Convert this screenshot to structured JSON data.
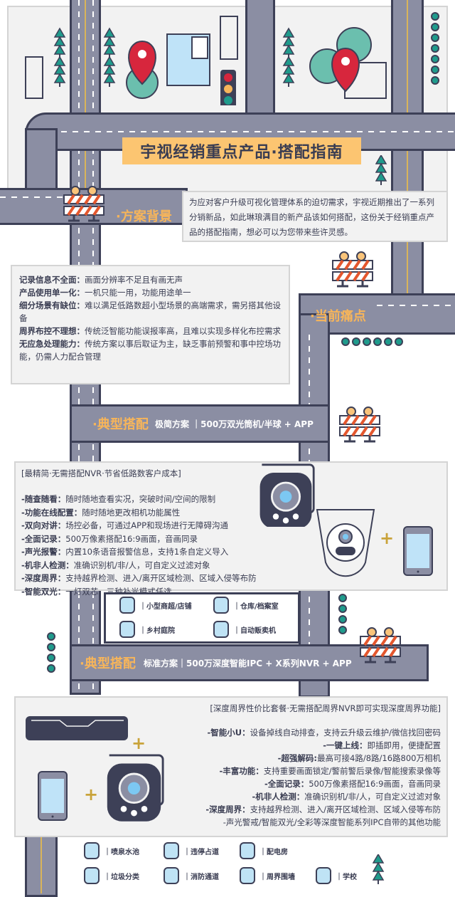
{
  "title": "宇视经销重点产品·搭配指南",
  "background": {
    "heading": "·方案背景",
    "text": "为应对客户升级可视化管理体系的迫切需求，宇视近期推出了一系列分销新品，如此琳琅满目的新产品该如何搭配，这份关于经销重点产品的搭配指南，想必可以为您带来些许灵感。"
  },
  "pain_points": {
    "heading": "·当前痛点",
    "items": [
      {
        "label": "记录信息不全面：",
        "text": "画面分辨率不足且有画无声"
      },
      {
        "label": "产品使用单一化：",
        "text": "一机只能一用，功能用途单一"
      },
      {
        "label": "细分场景有缺位：",
        "text": "难以满足低路数超小型场景的高端需求，需另搭其他设备"
      },
      {
        "label": "周界布控不理想：",
        "text": "传统泛智能功能误报率高，且难以实现多样化布控需求"
      },
      {
        "label": "无应急处理能力：",
        "text": "传统方案以事后取证为主，缺乏事前预警和事中控场功能，仍需人力配合管理"
      }
    ]
  },
  "simple_plan": {
    "heading": "·典型搭配",
    "subtitle": "极简方案 ｜500万双光筒机/半球 + APP",
    "tagline": "[最精简·无需搭配NVR·节省低路数客户成本]",
    "features": [
      {
        "label": "-随查随看：",
        "text": "随时随地查看实况，突破时间/空间的限制"
      },
      {
        "label": "-功能在线配置：",
        "text": "随时随地更改相机功能属性"
      },
      {
        "label": "-双向对讲：",
        "text": "场控必备，可通过APP和现场进行无障碍沟通"
      },
      {
        "label": "-全面记录：",
        "text": "500万像素搭配16:9画面，音画同录"
      },
      {
        "label": "-声光报警：",
        "text": "内置10条语音报警信息，支持1条自定义导入"
      },
      {
        "label": "-机非人检测：",
        "text": "准确识别机/非/人，可自定义过滤对象"
      },
      {
        "label": "-深度周界：",
        "text": "支持越界检测、进入/离开区域检测、区域入侵等布防"
      },
      {
        "label": "-智能双光：",
        "text": "一灯双芯，三种补光模式任选"
      }
    ],
    "plus": "+",
    "scenes": [
      "｜小型商超/店铺",
      "｜仓库/档案室",
      "｜乡村庭院",
      "｜自动贩卖机"
    ]
  },
  "standard_plan": {
    "heading": "·典型搭配",
    "subtitle": "标准方案｜500万深度智能IPC + X系列NVR + APP",
    "tagline": "[深度周界性价比套餐·无需搭配周界NVR即可实现深度周界功能]",
    "features": [
      {
        "label": "-智能小U：",
        "text": "设备掉线自动排查，支持云升级云维护/微信找回密码"
      },
      {
        "label": "-一键上线：",
        "text": "即插即用，便捷配置"
      },
      {
        "label": "-超强解码:",
        "text": "最高可接4路/8路/16路800万相机"
      },
      {
        "label": "-丰富功能：",
        "text": "支持重要画面锁定/警前警后录像/智能搜索录像等"
      },
      {
        "label": "-全面记录：",
        "text": "500万像素搭配16:9画面，音画同录"
      },
      {
        "label": "-机非人检测：",
        "text": "准确识别机/非/人，可自定义过滤对象"
      },
      {
        "label": "-深度周界：",
        "text": "支持越界检测、进入/离开区域检测、区域入侵等布防"
      },
      {
        "label": "",
        "text": "-声光警戒/智能双光/全彩等深度智能系列IPC自带的其他功能"
      }
    ],
    "plus": "+",
    "scenes": [
      "｜喷泉水池",
      "｜违停占道",
      "｜配电房",
      "｜垃圾分类",
      "｜消防通道",
      "｜周界围墙",
      "｜学校"
    ]
  },
  "colors": {
    "road": "#8b8ea3",
    "outline": "#3d4057",
    "accent": "#f7b55a",
    "title_bg": "#fcc571",
    "teal": "#1f9b8c",
    "pin": "#d7263d"
  }
}
